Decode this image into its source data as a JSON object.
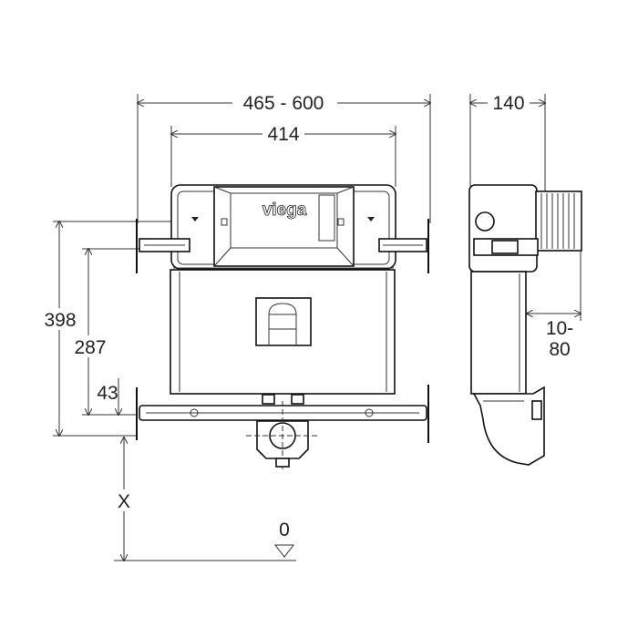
{
  "front_view": {
    "overall_width": "465 - 600",
    "module_width": "414",
    "height_total": "398",
    "height_mid": "287",
    "height_low": "43",
    "height_variable": "X",
    "floor_level": "0",
    "logo": "viega"
  },
  "side_view": {
    "depth": "140",
    "offset_line1": "10-",
    "offset_line2": "80"
  }
}
